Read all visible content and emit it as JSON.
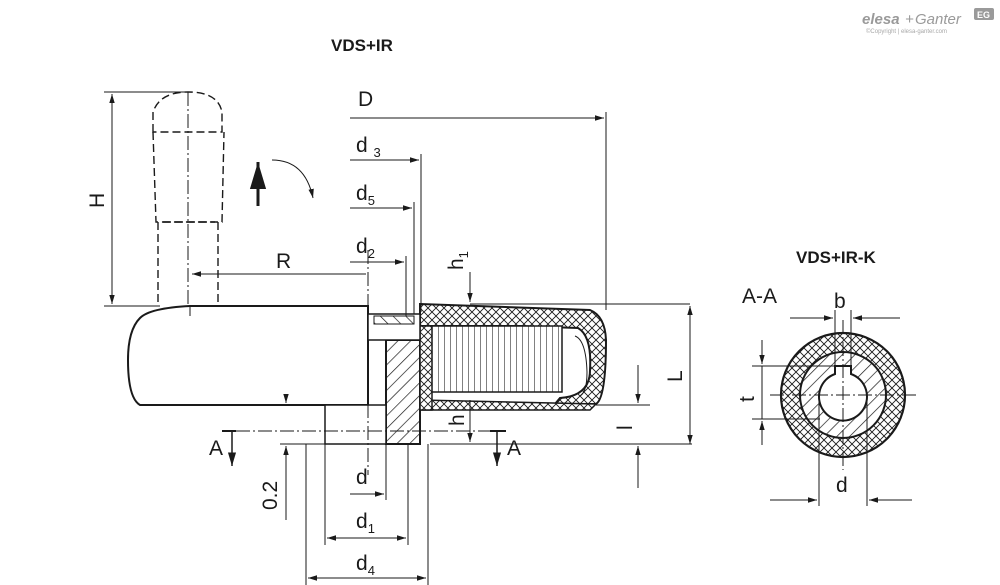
{
  "titles": {
    "main": "VDS+IR",
    "keyed": "VDS+IR-K"
  },
  "brand": {
    "name_a": "elesa",
    "plus": "+",
    "name_b": "Ganter",
    "badge": "EG",
    "copyright": "©Copyright | elesa-ganter.com"
  },
  "dimensions": {
    "D": "D",
    "d3": "d3",
    "d5": "d5",
    "d2": "d2",
    "R": "R",
    "H": "H",
    "h1": "h1",
    "h": "h",
    "l": "l",
    "L": "L",
    "A_left": "A",
    "A_right": "A",
    "clearance": "0.2",
    "d": "d",
    "d1": "d1",
    "d4": "d4"
  },
  "section": {
    "label": "A-A",
    "b": "b",
    "t": "t",
    "d": "d"
  },
  "icons": {
    "rotation": "rotation-arrow-icon",
    "arrow_up": "up-arrow-icon"
  }
}
